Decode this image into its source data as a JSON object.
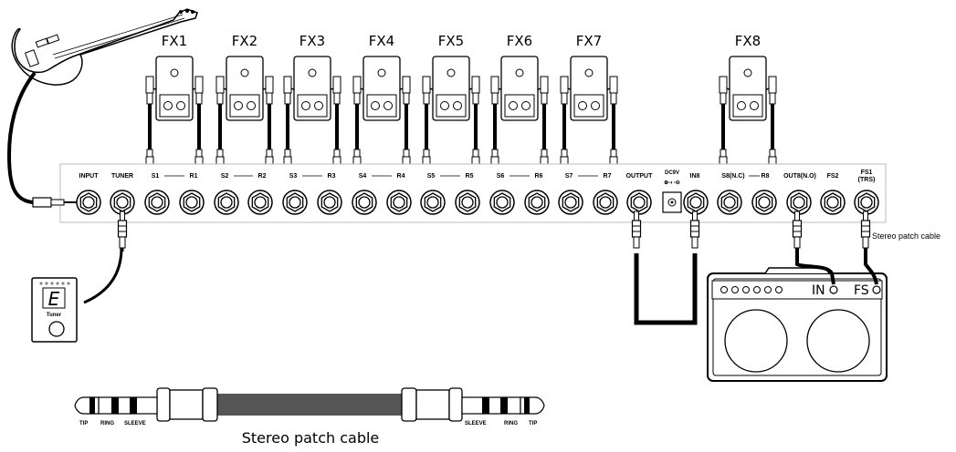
{
  "fx_labels": [
    "FX1",
    "FX2",
    "FX3",
    "FX4",
    "FX5",
    "FX6",
    "FX7",
    "FX8"
  ],
  "panel_jacks": {
    "input": "INPUT",
    "tuner": "TUNER",
    "sends": [
      "S1",
      "S2",
      "S3",
      "S4",
      "S5",
      "S6",
      "S7",
      "S8(N.C)"
    ],
    "returns": [
      "R1",
      "R2",
      "R3",
      "R4",
      "R5",
      "R6",
      "R7",
      "R8"
    ],
    "output": "OUTPUT",
    "dc": "DC9V",
    "in8": "IN8",
    "out8": "OUT8(N.O)",
    "fs2": "FS2",
    "fs1_line1": "FS1",
    "fs1_line2": "(TRS)"
  },
  "tuner_device": {
    "display": "E",
    "label": "Tuner"
  },
  "amp": {
    "in_label": "IN",
    "fs_label": "FS"
  },
  "side_cable_label": "Stereo patch cable",
  "bottom_cable": {
    "caption": "Stereo patch cable",
    "left_labels": [
      "TIP",
      "RING",
      "SLEEVE"
    ],
    "right_labels": [
      "SLEEVE",
      "RING",
      "TIP"
    ]
  }
}
